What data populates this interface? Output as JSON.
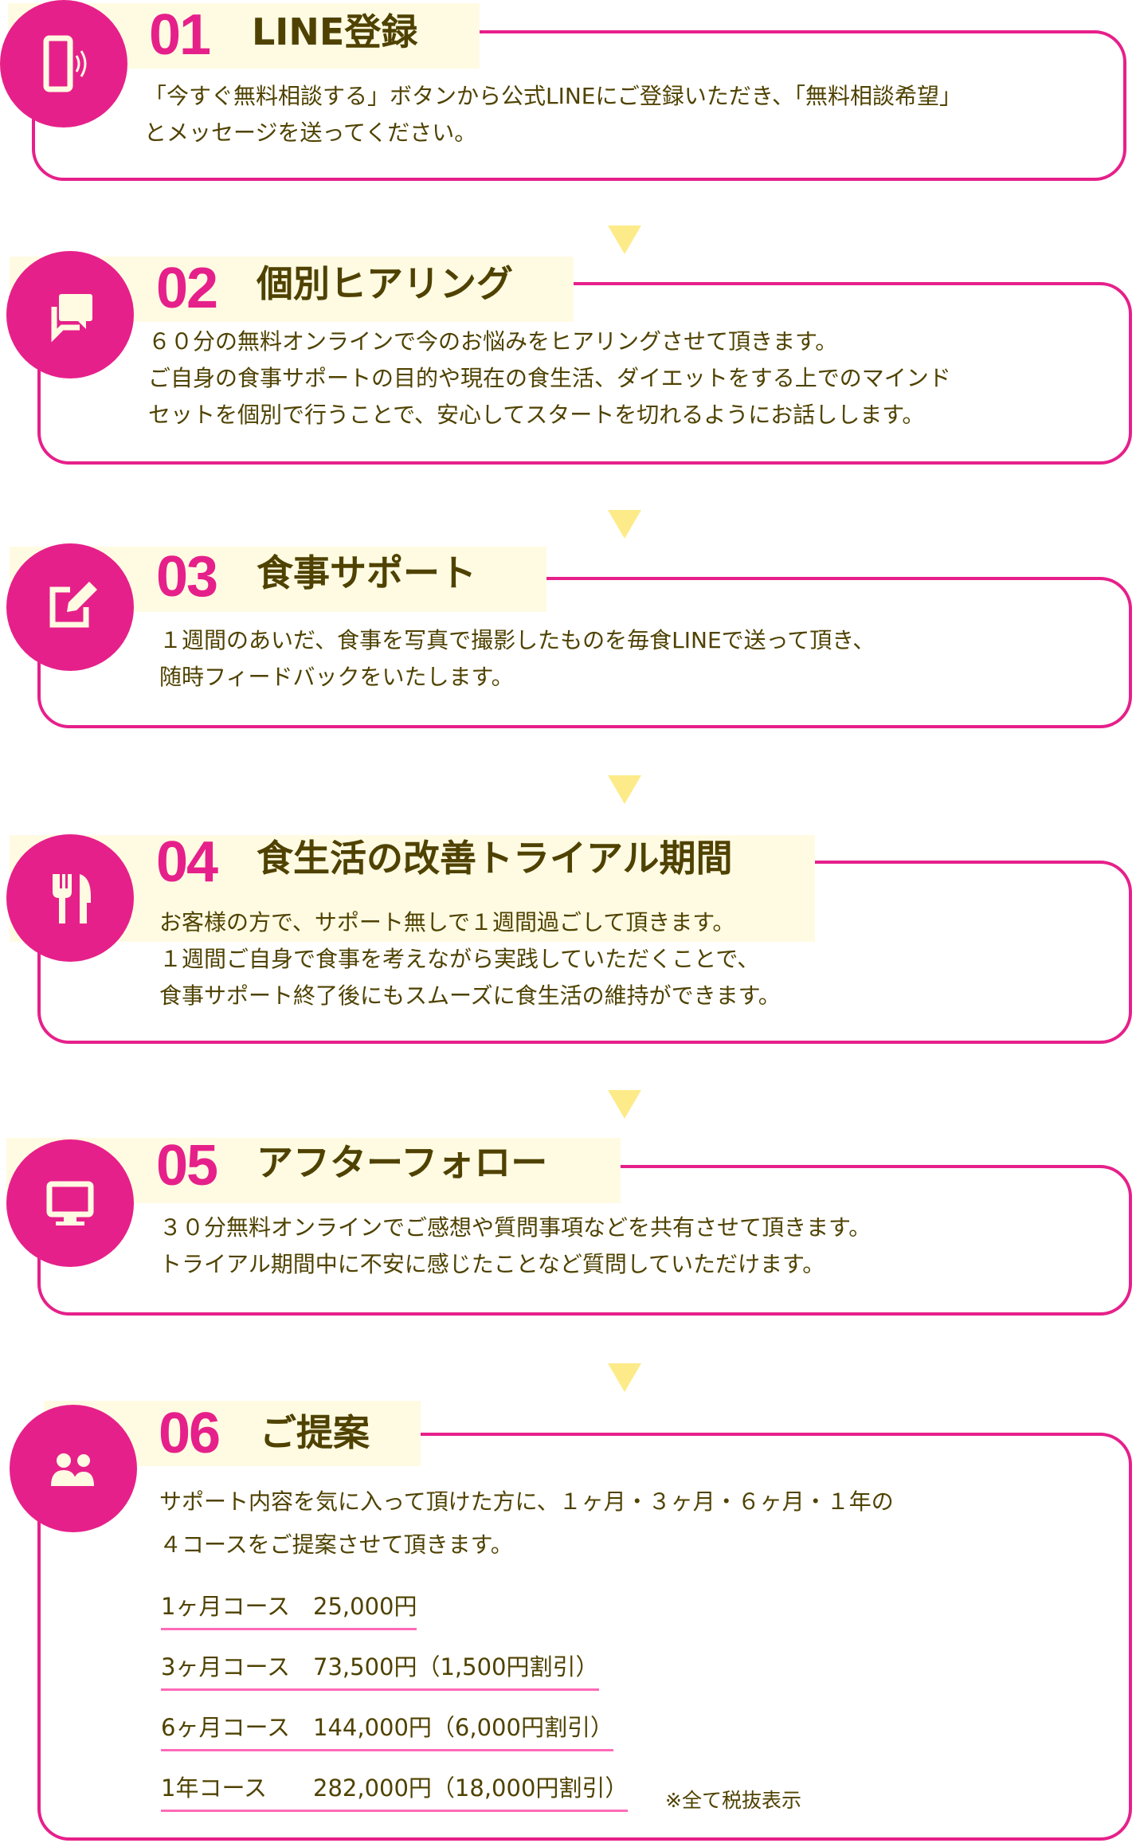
{
  "colors": {
    "accent": "#e6208a",
    "text": "#4f4200",
    "band": "#fffbe3",
    "arrow": "#fdeb8a",
    "underline": "#ff6ab8"
  },
  "steps": [
    {
      "num": "01",
      "title": "LINE登録",
      "icon": "smartphone-icon",
      "lines": [
        "「今すぐ無料相談する」ボタンから公式LINEにご登録いただき、「無料相談希望」",
        "とメッセージを送ってください。"
      ]
    },
    {
      "num": "02",
      "title": "個別ヒアリング",
      "icon": "chat-icon",
      "lines": [
        "６０分の無料オンラインで今のお悩みをヒアリングさせて頂きます。",
        "ご自身の食事サポートの目的や現在の食生活、ダイエットをする上でのマインド",
        "セットを個別で行うことで、安心してスタートを切れるようにお話しします。"
      ]
    },
    {
      "num": "03",
      "title": "食事サポート",
      "icon": "edit-icon",
      "lines": [
        "１週間のあいだ、食事を写真で撮影したものを毎食LINEで送って頂き、",
        "随時フィードバックをいたします。"
      ]
    },
    {
      "num": "04",
      "title": "食生活の改善トライアル期間",
      "icon": "fork-knife-icon",
      "lines": [
        "お客様の方で、サポート無しで１週間過ごして頂きます。",
        "１週間ご自身で食事を考えながら実践していただくことで、",
        "食事サポート終了後にもスムーズに食生活の維持ができます。"
      ]
    },
    {
      "num": "05",
      "title": "アフターフォロー",
      "icon": "monitor-icon",
      "lines": [
        "３０分無料オンラインでご感想や質問事項などを共有させて頂きます。",
        "トライアル期間中に不安に感じたことなど質問していただけます。"
      ]
    },
    {
      "num": "06",
      "title": "ご提案",
      "icon": "users-icon",
      "lines": [
        "サポート内容を気に入って頂けた方に、１ヶ月・３ヶ月・６ヶ月・１年の",
        "４コースをご提案させて頂きます。"
      ]
    }
  ],
  "courses": [
    "1ヶ月コース　25,000円",
    "3ヶ月コース　73,500円（1,500円割引）",
    "6ヶ月コース　144,000円（6,000円割引）",
    "1年コース　　282,000円（18,000円割引）"
  ],
  "tax_note": "※全て税抜表示"
}
